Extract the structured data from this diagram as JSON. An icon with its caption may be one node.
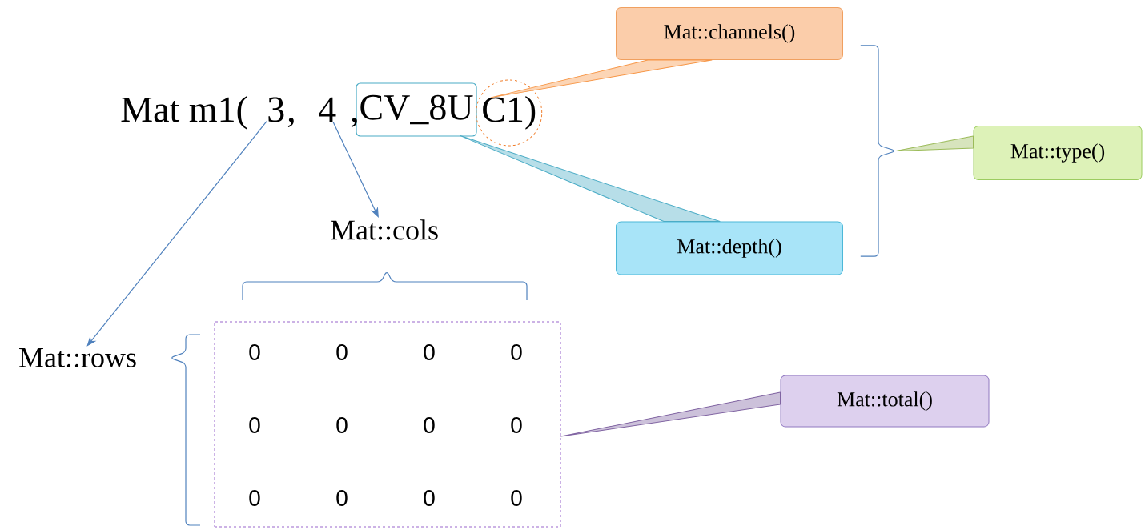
{
  "diagram": {
    "nodes": [
      {
        "text": [
          "3"
        ]
      },
      {
        "text": [
          "4"
        ]
      },
      {
        "text": [
          "CV_8U"
        ]
      },
      {
        "text": [
          "C1)"
        ]
      },
      {
        "text": [
          "Mat::channels()"
        ]
      },
      {
        "text": [
          "Mat::depth()"
        ]
      },
      {
        "text": [
          "Mat::type()"
        ]
      },
      {
        "text": [
          "Mat::cols"
        ]
      },
      {
        "text": [
          "Mat::rows"
        ]
      },
      {
        "text": [],
        "shape": "box"
      },
      {
        "text": [
          "Mat::total()"
        ]
      },
      {
        "text": [],
        "shape": "brace"
      }
    ],
    "edges": [
      {
        "from": 0,
        "to": 8,
        "arrow": "to"
      },
      {
        "from": 1,
        "to": 7,
        "arrow": "to"
      },
      {
        "from": 4,
        "to": 3,
        "arrow": "none",
        "color": "#f79646"
      },
      {
        "from": 5,
        "to": 2,
        "arrow": "none",
        "color": "#4bacc6"
      },
      {
        "from": 6,
        "to": 11,
        "arrow": "none",
        "color": "#9bbb59"
      },
      {
        "from": 10,
        "to": 9,
        "arrow": "none",
        "color": "#8064a2"
      }
    ],
    "labels": [
      "Mat m1(",
      ",",
      ",",
      "0",
      "0",
      "0",
      "0",
      "0",
      "0",
      "0",
      "0",
      "0",
      "0",
      "0",
      "0"
    ]
  }
}
